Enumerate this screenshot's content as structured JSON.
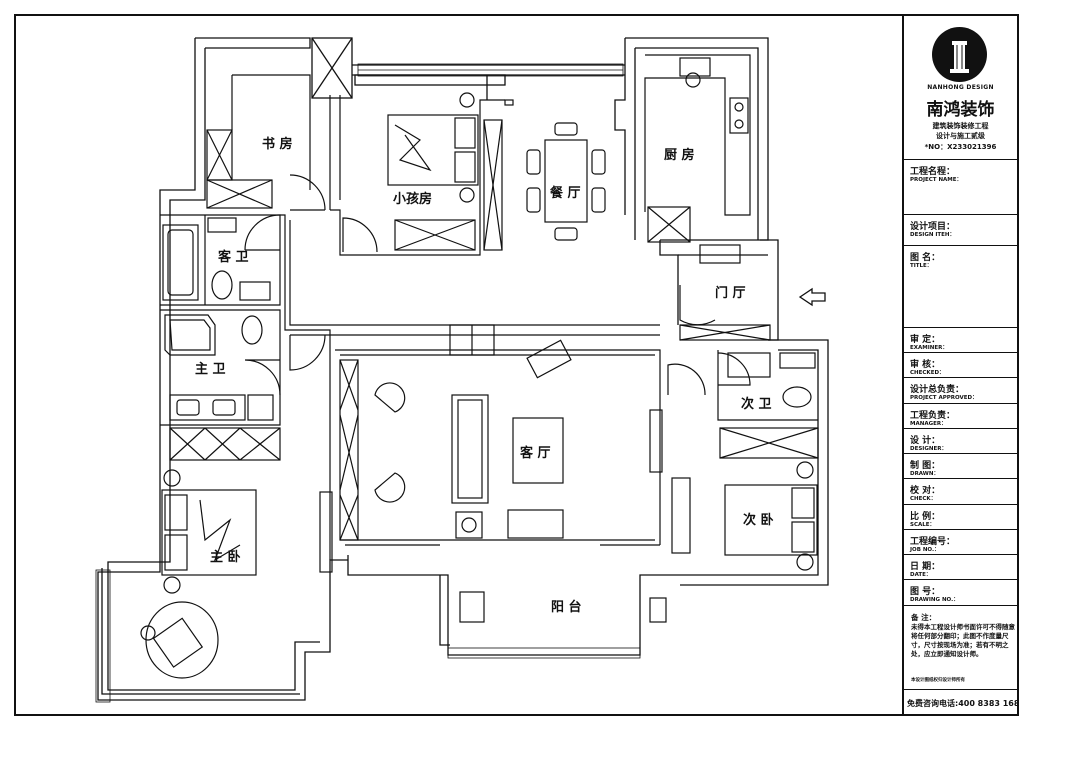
{
  "rooms": {
    "study": "书 房",
    "kids_room": "小孩房",
    "dining": "餐 厅",
    "kitchen": "厨 房",
    "guest_bath": "客 卫",
    "master_bath": "主 卫",
    "foyer": "门 厅",
    "living": "客 厅",
    "second_bath": "次 卫",
    "second_bedroom": "次 卧",
    "master_bedroom": "主 卧",
    "balcony": "阳 台"
  },
  "title_block": {
    "logo_en": "NANHONG DESIGN",
    "company": "南鸿装饰",
    "subtitle_1": "建筑装饰装修工程",
    "subtitle_2": "设计与施工贰级",
    "cert_no": "*NO：X233021396",
    "fields": [
      {
        "cn": "工程名程：",
        "en": "PROJECT NAME："
      },
      {
        "cn": "设计项目：",
        "en": "DESIGN ITEH："
      },
      {
        "cn": "图  名：",
        "en": "TITLE："
      },
      {
        "cn": "审  定：",
        "en": "EXAMINER："
      },
      {
        "cn": "审  核：",
        "en": "CHECKED："
      },
      {
        "cn": "设计总负责：",
        "en": "PROJECT APPROVED："
      },
      {
        "cn": "工程负责：",
        "en": "MANAGER："
      },
      {
        "cn": "设  计：",
        "en": "DESIGNER："
      },
      {
        "cn": "制  图：",
        "en": "DRAWN："
      },
      {
        "cn": "校  对：",
        "en": "CHECK："
      },
      {
        "cn": "比  例：",
        "en": "SCALE："
      },
      {
        "cn": "工程编号：",
        "en": "JOB  NO.："
      },
      {
        "cn": "日  期：",
        "en": "DATE："
      },
      {
        "cn": "图  号：",
        "en": "DRAWING NO.："
      }
    ],
    "notes_title": "备 注：",
    "notes_body": "未得本工程设计师书面许可不得随意将任何部分翻印；此图不作度量尺寸，尺寸按现场为准；若有不明之处，应立即通知设计师。",
    "notes_footer": "本设计图纸权归设计师所有",
    "phone": "免费咨询电话:400 8383 168"
  },
  "colors": {
    "ink": "#111111",
    "paper": "#ffffff"
  }
}
